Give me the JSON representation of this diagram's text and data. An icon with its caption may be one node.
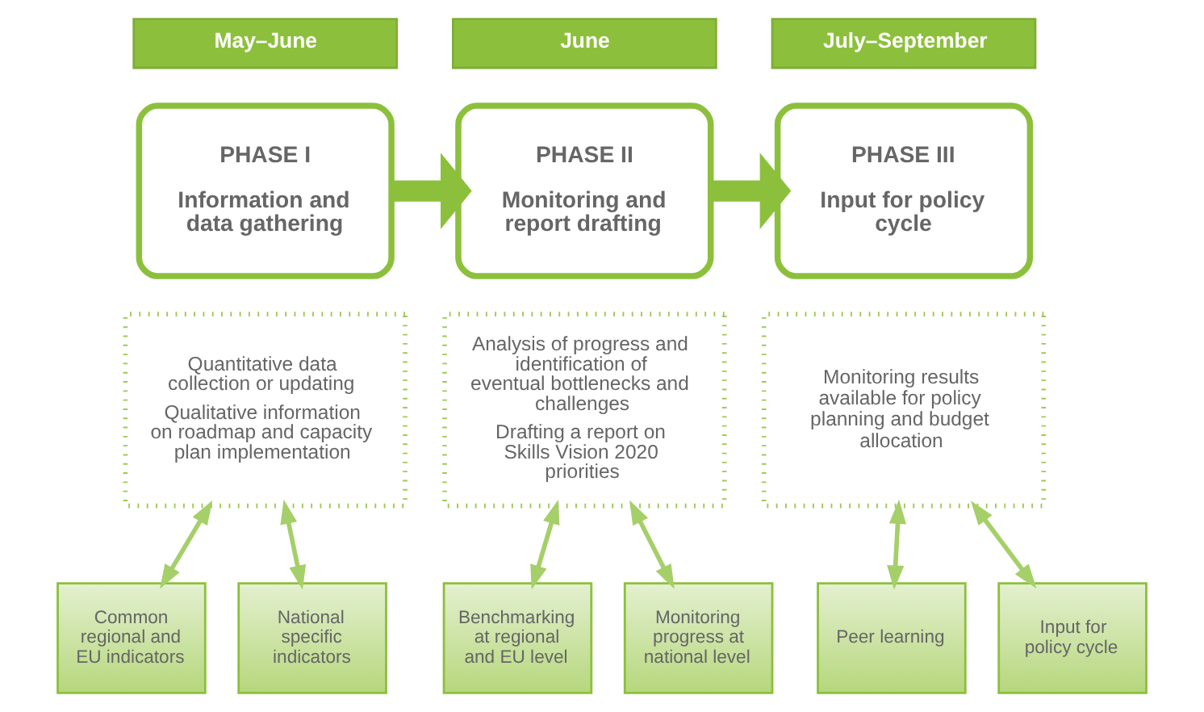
{
  "diagram": {
    "nodes": [
      {
        "text": [
          "May–June"
        ]
      },
      {
        "text": [
          "June"
        ]
      },
      {
        "text": [
          "July–September"
        ]
      },
      {
        "text": [
          "PHASE I",
          "Information and data gathering"
        ]
      },
      {
        "text": [
          "PHASE II",
          "Monitoring and report drafting"
        ]
      },
      {
        "text": [
          "PHASE III",
          "Input for policy cycle"
        ]
      },
      {
        "text": [
          "Quantitative data collection or updating",
          "Qualitative information on roadmap and capacity plan implementation"
        ]
      },
      {
        "text": [
          "Analysis of progress and identification of eventual bottlenecks and challenges",
          "Drafting a report on Skills Vision 2020 priorities"
        ]
      },
      {
        "text": [
          "Monitoring results available for policy planning and budget allocation"
        ]
      },
      {
        "text": [
          "Common regional and EU indicators"
        ]
      },
      {
        "text": [
          "National specific indicators"
        ]
      },
      {
        "text": [
          "Benchmarking at regional and EU level"
        ]
      },
      {
        "text": [
          "Monitoring progress at national level"
        ]
      },
      {
        "text": [
          "Peer learning"
        ]
      },
      {
        "text": [
          "Input for policy cycle"
        ]
      }
    ],
    "edges": [
      {
        "from": 3,
        "to": 4,
        "arrow": "to",
        "style": "thick",
        "color": "#8cc03c"
      },
      {
        "from": 4,
        "to": 5,
        "arrow": "to",
        "style": "thick",
        "color": "#8cc03c"
      },
      {
        "from": 6,
        "to": 9,
        "arrow": "both"
      },
      {
        "from": 6,
        "to": 10,
        "arrow": "both"
      },
      {
        "from": 7,
        "to": 11,
        "arrow": "both"
      },
      {
        "from": 7,
        "to": 12,
        "arrow": "both"
      },
      {
        "from": 8,
        "to": 13,
        "arrow": "both"
      },
      {
        "from": 8,
        "to": 14,
        "arrow": "both"
      }
    ]
  }
}
